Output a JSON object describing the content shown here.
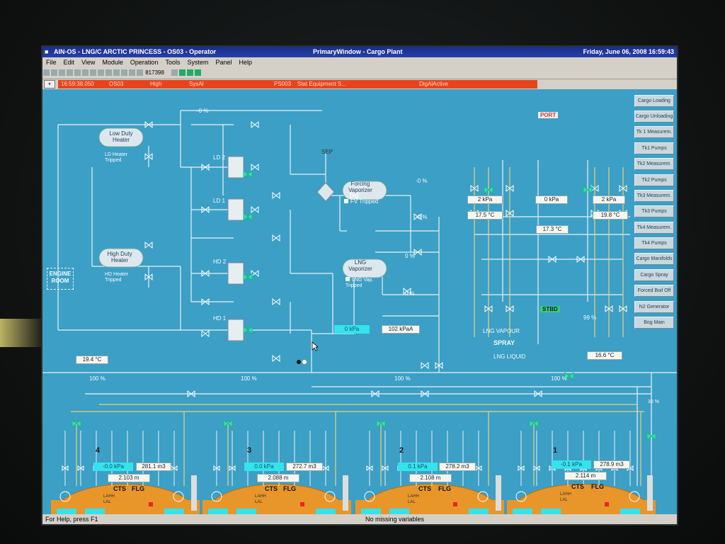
{
  "window": {
    "title_left": "AIN-OS - LNG/C ARCTIC PRINCESS - OS03 - Operator",
    "title_center": "PrimaryWindow - Cargo Plant",
    "title_right": "Friday, June 06, 2008 16:59:43"
  },
  "menu": [
    "File",
    "Edit",
    "View",
    "Module",
    "Operation",
    "Tools",
    "System",
    "Panel",
    "Help"
  ],
  "toolbar": {
    "counter": "817398"
  },
  "alarm": {
    "ack": "*",
    "time": "16:59:38.050",
    "station": "OS03",
    "priority": "High",
    "type": "SysAl",
    "source": "PS003",
    "desc": "Stat Equipment S...",
    "state": "DigAlActive"
  },
  "nav_buttons": [
    "Cargo Loading",
    "Cargo Unloading",
    "Tk 1 Measurem.",
    "Tk1 Pumps",
    "Tk2 Measurem.",
    "Tk2 Pumps",
    "Tk3 Measurem.",
    "Tk3 Pumps",
    "Tk4 Measurem.",
    "Tk4 Pumps",
    "Cargo Manifolds",
    "Cargo Spray",
    "Forced Boil Off",
    "N2 Generator",
    "Bog Main"
  ],
  "plant": {
    "low_duty_heater": "Low Duty Heater",
    "ld_tripped": "LD Heater Tripped",
    "high_duty_heater": "High Duty Heater",
    "hd_tripped": "HD Heater Tripped",
    "engine_room": "ENGINE ROOM",
    "compressors": [
      "LD 2",
      "LD 1",
      "HD 2",
      "HD 1"
    ],
    "sep": "SEP",
    "pct_top": "-0 %",
    "forcing_vap": "Forcing Vaporizer",
    "fv_tripped": "FV Tripped",
    "lng_vap": "LNG Vaporizer",
    "lng_vap_tripped": "LNG Vap. Tripped",
    "vap_pcts": [
      "-0 %",
      "-0 %",
      "0 %",
      "0 %"
    ],
    "header_kpa": "0 kPa",
    "header_kpaa": "102 kPaA",
    "port": "PORT",
    "manifold_kpa": [
      "2 kPa",
      "0 kPa",
      "2 kPa"
    ],
    "manifold_temp": [
      "17.5 °C",
      "17.3 °C",
      "19.8 °C"
    ],
    "stbd": "STBD",
    "vapour_pct": "99 %",
    "lng_vapour": "LNG VAPOUR",
    "spray": "SPRAY",
    "lng_liquid": "LNG LIQUID",
    "spray_temp_left": "19.4 °C",
    "spray_temp_right": "16.6 °C",
    "spray_pcts": [
      "100 %",
      "100 %",
      "100 %",
      "100 %"
    ],
    "right_pct": "30 %"
  },
  "tanks": [
    {
      "num": "4",
      "kpa": "-0.0 kPa",
      "vol": "281.1 m3",
      "level": "2.103 m"
    },
    {
      "num": "3",
      "kpa": "0.0 kPa",
      "vol": "272.7 m3",
      "level": "2.088 m"
    },
    {
      "num": "2",
      "kpa": "0.1 kPa",
      "vol": "278.2 m3",
      "level": "2.108 m"
    },
    {
      "num": "1",
      "kpa": "-0.1 kPa",
      "vol": "278.9 m3",
      "level": "2.114 m"
    }
  ],
  "tank_labels": {
    "cts": "CTS",
    "flg": "FLG",
    "lahh": "LAHH",
    "lal": "LAL"
  },
  "status": {
    "help": "For Help, press F1",
    "vars": "No missing variables"
  }
}
